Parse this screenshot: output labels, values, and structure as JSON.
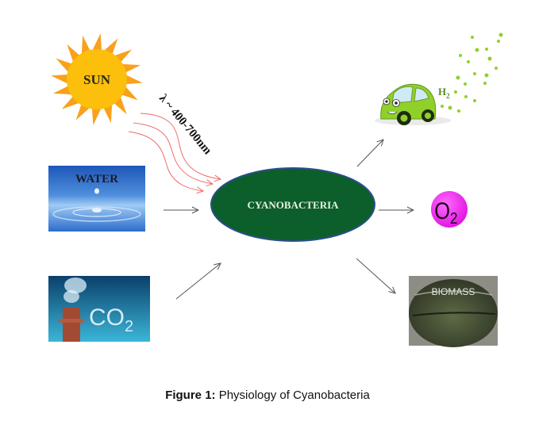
{
  "figure": {
    "caption_label": "Figure 1:",
    "caption_text": " Physiology of Cyanobacteria"
  },
  "nodes": {
    "sun": {
      "label": "SUN",
      "fill": "#fbbf0c",
      "ray_color": "#f9a11b"
    },
    "wavelength": {
      "label": "λ ~ 400-700nm",
      "ray_color": "#f26a6a"
    },
    "water": {
      "label": "WATER"
    },
    "co2": {
      "label": "CO",
      "subscript": "2"
    },
    "center": {
      "label": "CYANOBACTERIA",
      "fill": "#0c5f2a",
      "stroke": "#2a4f8a",
      "text_color": "#e8efe6"
    },
    "hydrogen": {
      "label": "H",
      "subscript": "2",
      "car_color": "#8fd12a"
    },
    "oxygen": {
      "label": "O",
      "subscript": "2",
      "fill": "#f01ff0"
    },
    "biomass": {
      "label": "BIOMASS"
    }
  },
  "arrows": [
    {
      "from": "sun",
      "to": "cyanobacteria",
      "style": "curved-red"
    },
    {
      "from": "water",
      "to": "cyanobacteria"
    },
    {
      "from": "co2",
      "to": "cyanobacteria"
    },
    {
      "from": "cyanobacteria",
      "to": "hydrogen"
    },
    {
      "from": "cyanobacteria",
      "to": "oxygen"
    },
    {
      "from": "cyanobacteria",
      "to": "biomass"
    }
  ]
}
